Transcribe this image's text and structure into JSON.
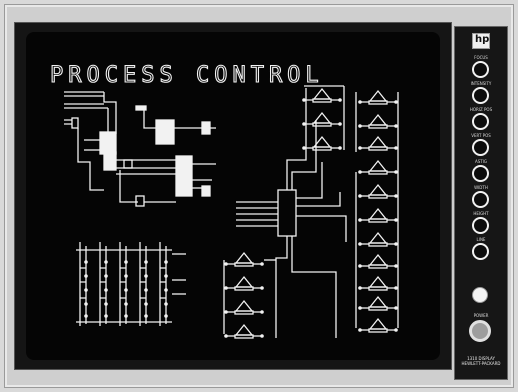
{
  "screen": {
    "title": "PROCESS CONTROL",
    "phosphor_color": "#f2f2f2",
    "background_color": "#050505"
  },
  "panel": {
    "logo_text": "hp",
    "controls": [
      {
        "label": "FOCUS"
      },
      {
        "label": "INTENSITY"
      },
      {
        "label": "HORIZ POS"
      },
      {
        "label": "VERT POS"
      },
      {
        "label": "ASTIG"
      },
      {
        "label": "WIDTH"
      },
      {
        "label": "HEIGHT"
      },
      {
        "label": "LINE"
      }
    ],
    "power_label": "POWER",
    "brand": "1310 DISPLAY",
    "brand_sub": "HEWLETT-PACKARD"
  }
}
